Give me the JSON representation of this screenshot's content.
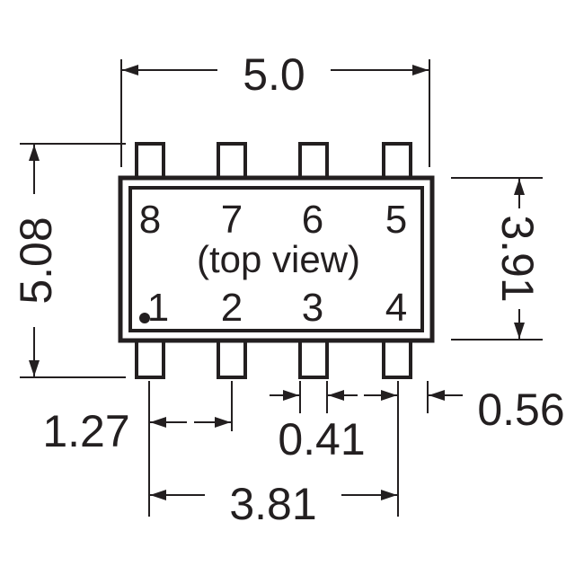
{
  "package": {
    "top_view_label": "(top view)",
    "pins_top": [
      "8",
      "7",
      "6",
      "5"
    ],
    "pins_bottom": [
      "1",
      "2",
      "3",
      "4"
    ]
  },
  "dimensions": {
    "overall_length": "5.0",
    "overall_height": "5.08",
    "body_width": "3.91",
    "pitch": "1.27",
    "lead_width": "0.41",
    "lead_span": "0.56",
    "pin_span": "3.81"
  },
  "colors": {
    "ink": "#231f20",
    "background": "#ffffff"
  }
}
